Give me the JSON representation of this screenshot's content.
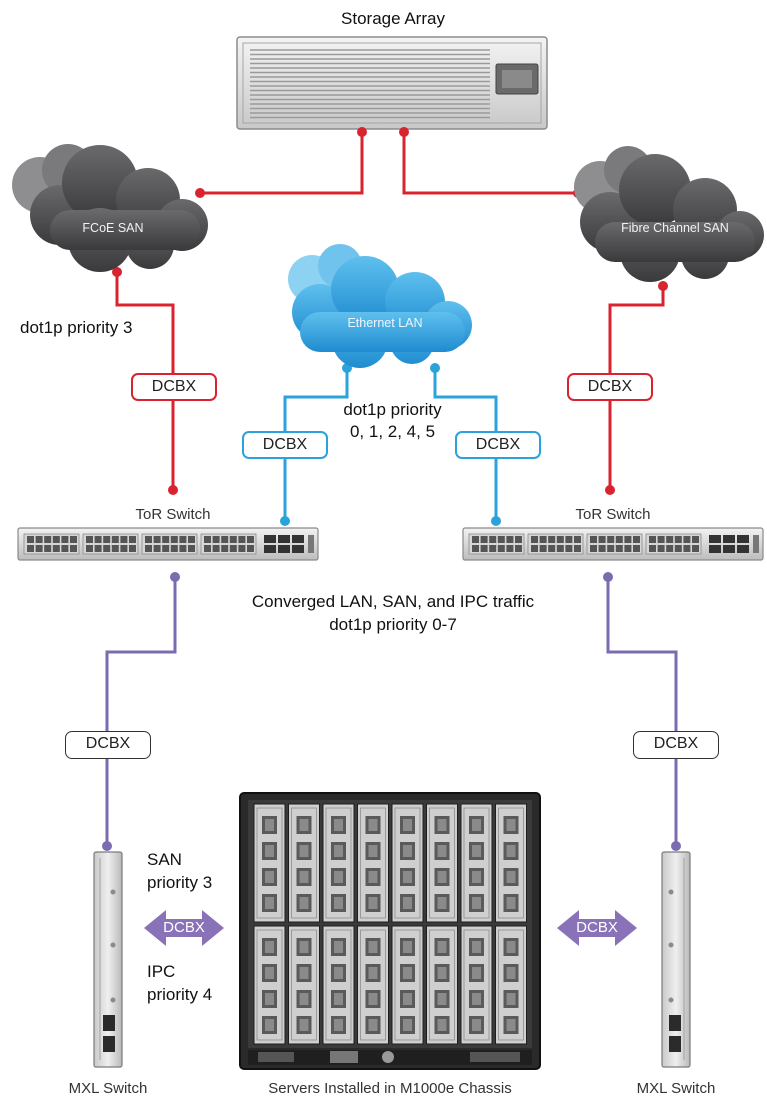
{
  "labels": {
    "storage_array": "Storage Array",
    "fcoe_san": "FCoE SAN",
    "fibre_channel_san": "Fibre Channel SAN",
    "ethernet_lan": "Ethernet LAN",
    "dot1p_priority_3": "dot1p priority 3",
    "dot1p_lan_line1": "dot1p priority",
    "dot1p_lan_line2": "0, 1, 2, 4, 5",
    "tor_switch_left": "ToR Switch",
    "tor_switch_right": "ToR Switch",
    "converged_line1": "Converged LAN, SAN, and IPC traffic",
    "converged_line2": "dot1p priority 0-7",
    "san_line1": "SAN",
    "san_line2": "priority 3",
    "ipc_line1": "IPC",
    "ipc_line2": "priority 4",
    "mxl_switch_left": "MXL Switch",
    "mxl_switch_right": "MXL Switch",
    "chassis": "Servers Installed in M1000e Chassis"
  },
  "dcbx": {
    "red_left": "DCBX",
    "red_right": "DCBX",
    "blue_left": "DCBX",
    "blue_right": "DCBX",
    "black_left": "DCBX",
    "black_right": "DCBX",
    "arrow_left": "DCBX",
    "arrow_right": "DCBX"
  },
  "colors": {
    "san_link": "#d9232e",
    "lan_link": "#2aa3dc",
    "converged_link": "#7b6bb0",
    "cloud_dark": "#4a4a4c",
    "cloud_blue": "#2b9ad8",
    "arrow": "#8a72b8"
  }
}
